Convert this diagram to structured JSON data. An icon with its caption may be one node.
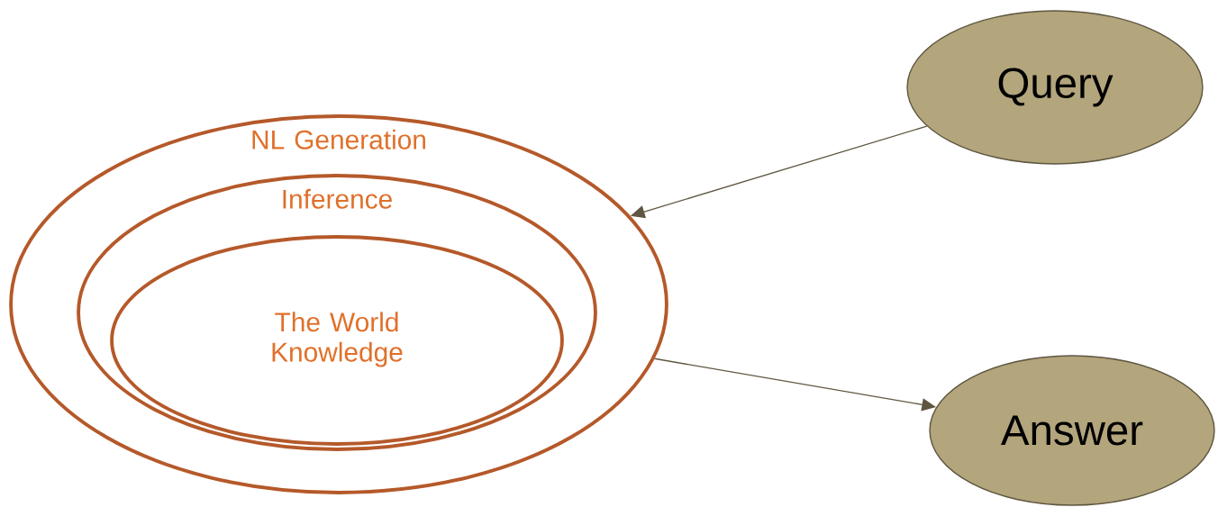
{
  "diagram": {
    "nodes": [
      {
        "text": [
          "NL Generation"
        ]
      },
      {
        "text": [
          "Inference"
        ],
        "in": 0
      },
      {
        "text": [
          "The World Knowledge"
        ],
        "in": 1
      },
      {
        "text": [
          "Query"
        ]
      },
      {
        "text": [
          "Answer"
        ]
      }
    ],
    "edges": [
      {
        "from": 3,
        "to": 0,
        "arrow": "to"
      },
      {
        "from": 0,
        "to": 4,
        "arrow": "to"
      }
    ]
  }
}
